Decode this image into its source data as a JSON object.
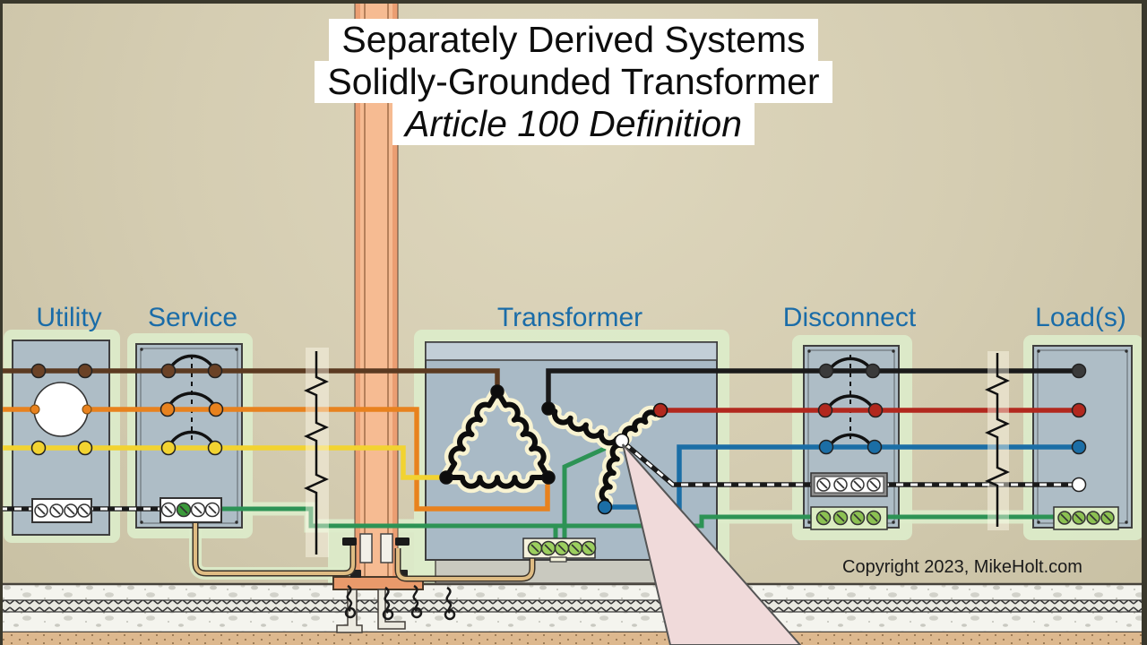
{
  "title": {
    "line1": "Separately Derived Systems",
    "line2": "Solidly-Grounded Transformer",
    "line3": "Article 100 Definition"
  },
  "section_labels": {
    "utility": "Utility",
    "service": "Service",
    "transformer": "Transformer",
    "disconnect": "Disconnect",
    "loads": "Load(s)"
  },
  "copyright": "Copyright 2023, MikeHolt.com",
  "diagram": {
    "transformer_primary_winding": "delta",
    "transformer_secondary_winding": "wye",
    "pointer_target": "wye neutral (grounded) point",
    "primary_phase_colors": [
      "brown",
      "orange",
      "yellow"
    ],
    "secondary_phase_colors": [
      "black",
      "red",
      "blue"
    ],
    "neutral_style": "black-white dashed",
    "ground_wire_color": "green",
    "grounding_electrode_conductor_color": "copper"
  },
  "colors": {
    "background": "#d5cdb2",
    "panel_box": "#aebdc6",
    "ground_glow": "#dcecca",
    "label_blue": "#1a6ca8",
    "brown": "#5b3a21",
    "orange": "#e8821e",
    "yellow": "#f2d331",
    "black": "#1a1a1a",
    "red": "#b2281e",
    "blue": "#1b6ea6",
    "green": "#2d9355",
    "copper_conductor": "#dfbc83",
    "steel_column": "#f6bb92",
    "busbar": "#e99a6b",
    "pointer_arrow": "#f0dada",
    "concrete": "#f4f4ee",
    "earth": "#ddb88e",
    "green_screw": "#8cc152",
    "winding_halo": "#f8f3d2"
  }
}
